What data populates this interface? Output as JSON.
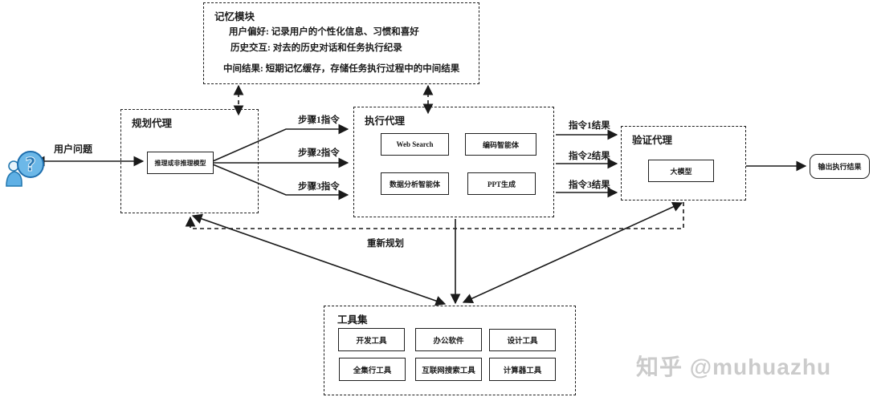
{
  "user": {
    "label": "用户问题",
    "icon": "user-question-icon",
    "icon_fill": "#6cb8e8",
    "icon_stroke": "#2478b0"
  },
  "memory_module": {
    "title": "记忆模块",
    "entries": [
      "用户偏好:  记录用户的个性化信息、习惯和喜好",
      "历史交互:  对去的历史对话和任务执行纪录",
      "中间结果:  短期记忆缓存，存储任务执行过程中的中间结果"
    ]
  },
  "planning_agent": {
    "title": "规划代理",
    "model_box": "推理或非推理模型"
  },
  "execution_agent": {
    "title": "执行代理",
    "boxes": [
      "Web Search",
      "编码智能体",
      "数据分析智能体",
      "PPT生成"
    ]
  },
  "verification_agent": {
    "title": "验证代理",
    "model_box": "大模型"
  },
  "output": {
    "label": "输出执行结果"
  },
  "toolset": {
    "title": "工具集",
    "tools": [
      "开发工具",
      "办公软件",
      "设计工具",
      "全集行工具",
      "互联网搜索工具",
      "计算器工具"
    ]
  },
  "edges": {
    "steps": [
      "步骤1指令",
      "步骤2指令",
      "步骤3指令"
    ],
    "results": [
      "指令1结果",
      "指令2结果",
      "指令3结果"
    ],
    "replan": "重新规划"
  },
  "watermark": {
    "text": "知乎 @muhuazhu",
    "color": "#cbcbcb"
  },
  "colors": {
    "line": "#1a1a1a",
    "background": "#ffffff",
    "accent_blue": "#6cb8e8"
  }
}
